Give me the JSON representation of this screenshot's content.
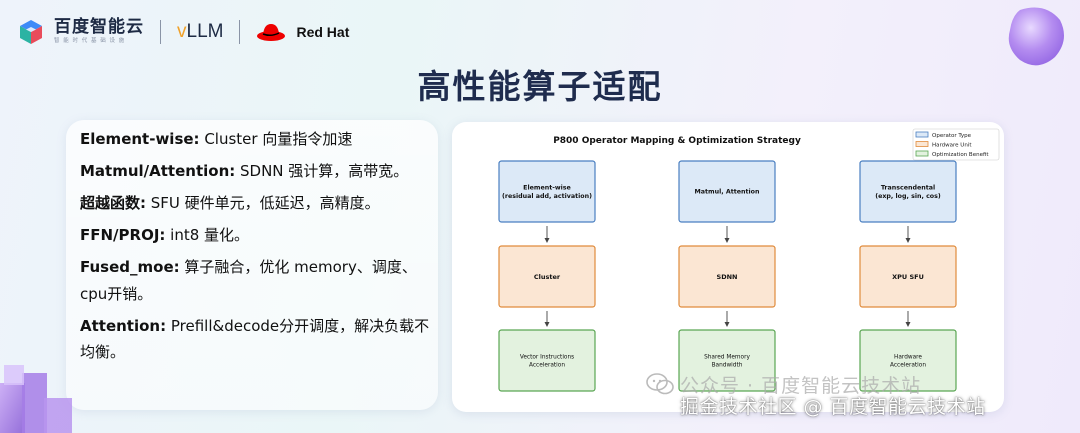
{
  "header": {
    "brand_name": "百度智能云",
    "brand_sub": "智 能 时 代 基 础 设 施",
    "vllm_v": "v",
    "vllm_rest": "LLM",
    "redhat": "Red Hat"
  },
  "page_title": "高性能算子适配",
  "left_items": [
    {
      "label": "Element-wise:",
      "text": " Cluster 向量指令加速"
    },
    {
      "label": "Matmul/Attention:",
      "text": " SDNN 强计算，高带宽。"
    },
    {
      "label": "超越函数:",
      "text": " SFU 硬件单元，低延迟，高精度。"
    },
    {
      "label": "FFN/PROJ:",
      "text": " int8 量化。"
    },
    {
      "label": "Fused_moe:",
      "text": " 算子融合，优化 memory、调度、cpu开销。"
    },
    {
      "label": "Attention:",
      "text": " Prefill&decode分开调度，解决负载不均衡。"
    }
  ],
  "diagram": {
    "title": "P800 Operator Mapping & Optimization Strategy",
    "legend": [
      {
        "label": "Operator Type",
        "color": "#4a7fc1"
      },
      {
        "label": "Hardware Unit",
        "color": "#e08b3c"
      },
      {
        "label": "Optimization Benefit",
        "color": "#5aa653"
      }
    ],
    "columns": [
      {
        "op": [
          "Element-wise",
          "(residual add, activation)"
        ],
        "hw": "Cluster",
        "benefit": [
          "Vector Instructions",
          "Acceleration"
        ]
      },
      {
        "op": [
          "Matmul, Attention"
        ],
        "hw": "SDNN",
        "benefit": [
          "Shared Memory",
          "Bandwidth"
        ]
      },
      {
        "op": [
          "Transcendental",
          "(exp, log, sin, cos)"
        ],
        "hw": "XPU SFU",
        "benefit": [
          "Hardware",
          "Acceleration"
        ]
      }
    ],
    "colors": {
      "op_fill": "#dce9f7",
      "op_stroke": "#4a7fc1",
      "hw_fill": "#fbe6d3",
      "hw_stroke": "#e08b3c",
      "ben_fill": "#e3f2df",
      "ben_stroke": "#5aa653"
    }
  },
  "watermark": {
    "line1": "公众号 · 百度智能云技术站",
    "line2": "掘金技术社区 @ 百度智能云技术站"
  }
}
